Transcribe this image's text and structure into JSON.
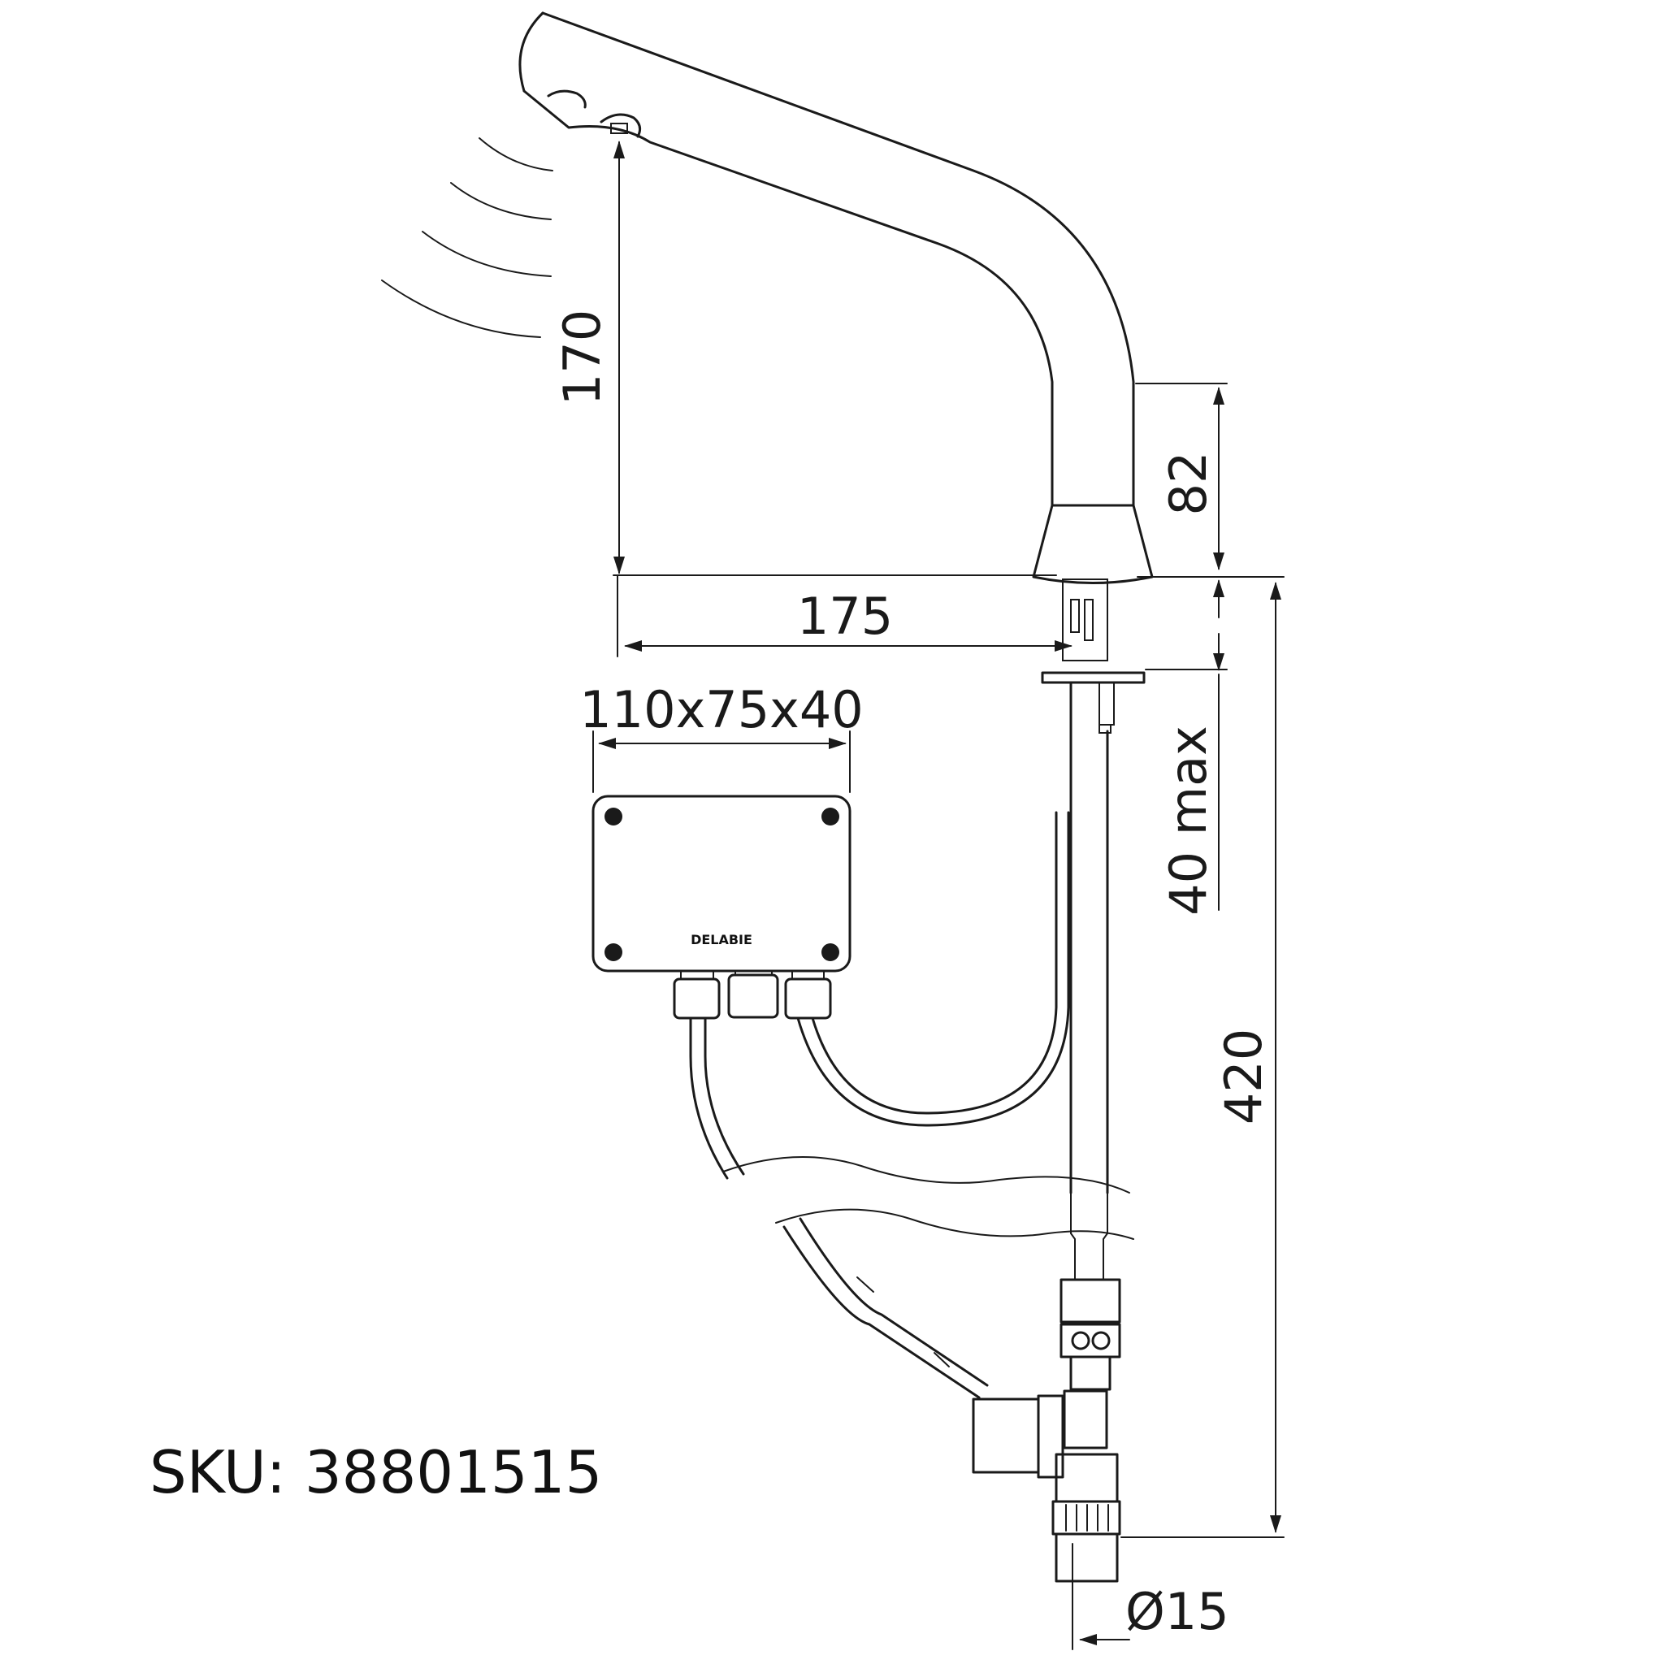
{
  "dimensions": {
    "outlet_height": "170",
    "spout_reach": "175",
    "body_height": "82",
    "deck_thickness": "40 max",
    "total_height": "420",
    "connection_diameter": "Ø15",
    "box_size": "110x75x40"
  },
  "box_brand": "DELABIE",
  "sku": "SKU: 38801515"
}
